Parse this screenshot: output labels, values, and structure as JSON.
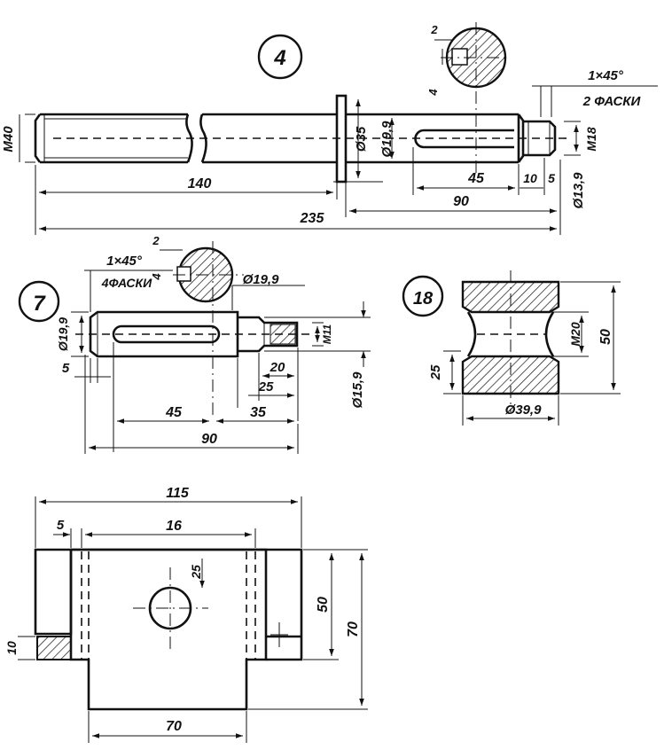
{
  "part4": {
    "number": "4",
    "dims": {
      "m40": "M40",
      "len140": "140",
      "len235": "235",
      "len90": "90",
      "len45": "45",
      "len10": "10",
      "len5": "5",
      "d35": "Ø35",
      "d199": "Ø19,9",
      "m18": "M18",
      "d139": "Ø13,9",
      "chamfer": "1×45°",
      "chamfer_count": "2 ФАСКИ",
      "key2": "2",
      "key4": "4"
    }
  },
  "part7": {
    "number": "7",
    "dims": {
      "chamfer": "1×45°",
      "chamfer_count": "4ФАСКИ",
      "key2": "2",
      "key4": "4",
      "d199": "Ø19,9",
      "d199_left": "Ø19,9",
      "len5": "5",
      "len20": "20",
      "len25": "25",
      "m11": "M11",
      "len45": "45",
      "len35": "35",
      "len90": "90",
      "d159": "Ø15,9"
    }
  },
  "part18": {
    "number": "18",
    "dims": {
      "len25": "25",
      "m20": "M20",
      "len50": "50",
      "d399": "Ø39,9"
    }
  },
  "bracket": {
    "dims": {
      "len115": "115",
      "len5": "5",
      "len16": "16",
      "len25": "25",
      "len50": "50",
      "len70_right": "70",
      "len10": "10",
      "len70_bottom": "70"
    }
  }
}
